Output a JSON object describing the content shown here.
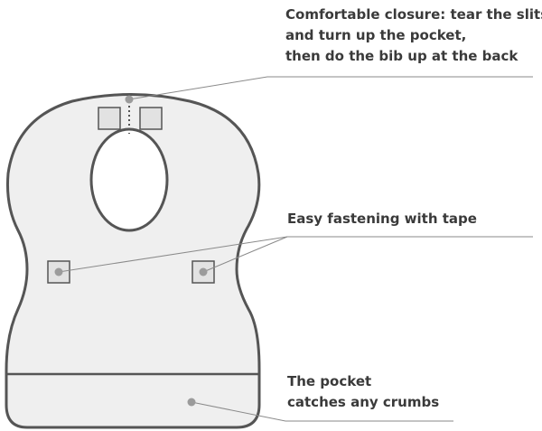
{
  "callouts": {
    "closure": {
      "lines": [
        "Comfortable closure: tear the slits",
        "and turn up the pocket,",
        "then do the bib up at the back"
      ]
    },
    "tape": {
      "lines": [
        "Easy fastening with tape"
      ]
    },
    "pocket": {
      "lines": [
        "The pocket",
        "catches any crumbs"
      ]
    }
  },
  "colors": {
    "bib_fill": "#efefef",
    "bib_outline": "#555555",
    "tab_fill": "#e2e2e2",
    "dot_fill": "#9b9b9b",
    "leader_line": "#8a8a8a",
    "text": "#3a3a3a"
  }
}
